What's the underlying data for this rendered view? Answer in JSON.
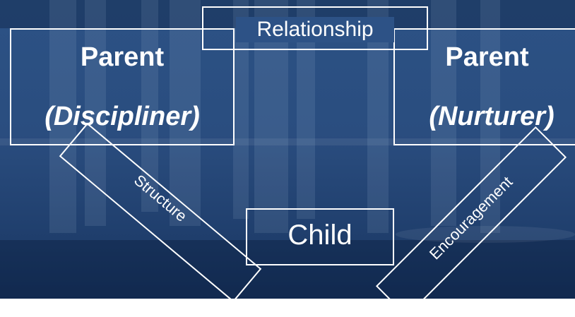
{
  "nodes": {
    "parent_left": {
      "title": "Parent",
      "role": "(Discipliner)"
    },
    "parent_right": {
      "title": "Parent",
      "role": "(Nurturer)"
    },
    "relationship": {
      "label": "Relationship"
    },
    "child": {
      "label": "Child"
    },
    "structure": {
      "label": "Structure"
    },
    "encouragement": {
      "label": "Encouragement"
    }
  },
  "colors": {
    "background": "#2a4d7f",
    "foreground": "#ffffff"
  }
}
